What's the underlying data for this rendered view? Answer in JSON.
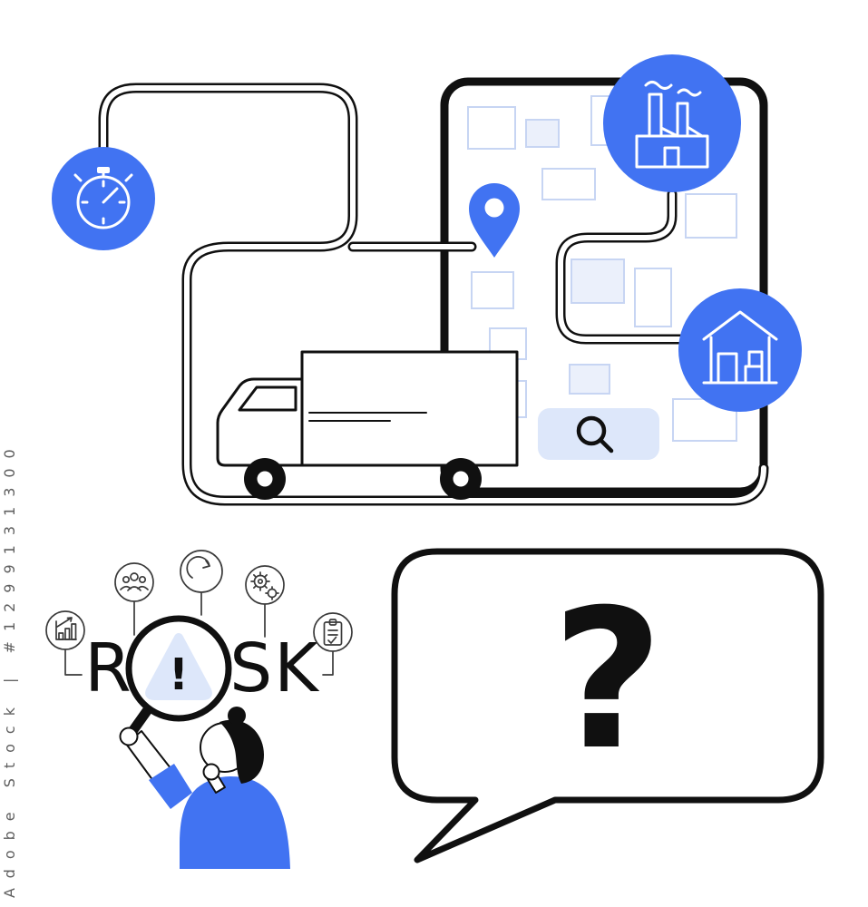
{
  "watermark": {
    "text": "Adobe Stock | #1299131300"
  },
  "colors": {
    "accent_blue": "#4173F2",
    "light_blue": "#DDE7FA",
    "map_stroke": "#C7D5F3",
    "map_fill": "#EBF0FB",
    "ink": "#101010"
  },
  "risk": {
    "letter_left": "R",
    "letter_right": "SK",
    "exclamation": "!"
  },
  "speech": {
    "question_mark": "?"
  },
  "icons": {
    "logistics_scene": [
      "stopwatch-icon",
      "factory-icon",
      "warehouse-icon",
      "location-pin-icon",
      "search-icon",
      "delivery-truck"
    ],
    "risk_scene": [
      "bar-chart-icon",
      "team-icon",
      "refresh-icon",
      "gears-icon",
      "checklist-icon",
      "magnifier-icon",
      "warning-triangle-icon"
    ]
  }
}
